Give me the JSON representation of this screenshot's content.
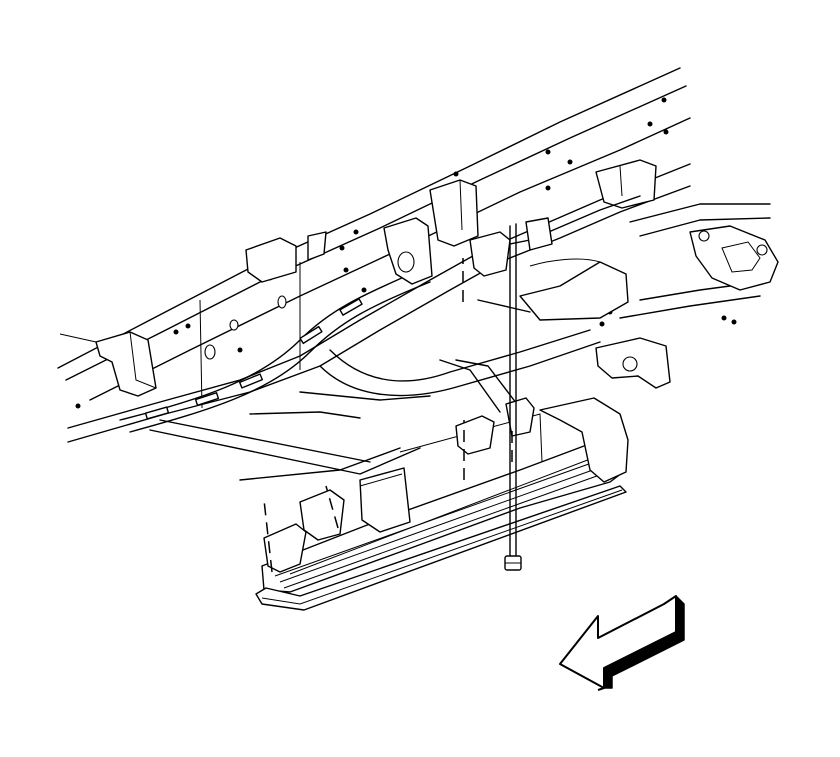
{
  "figure": {
    "background": "#ffffff",
    "line_color": "#000000",
    "components": {
      "frame": "vehicle-frame-rail",
      "crossmember": "frame-crossmember",
      "step": "running-board-assist-step",
      "brackets": "step-mounting-brackets",
      "fastener": "bolt",
      "direction": "front-direction-arrow-icon"
    }
  }
}
